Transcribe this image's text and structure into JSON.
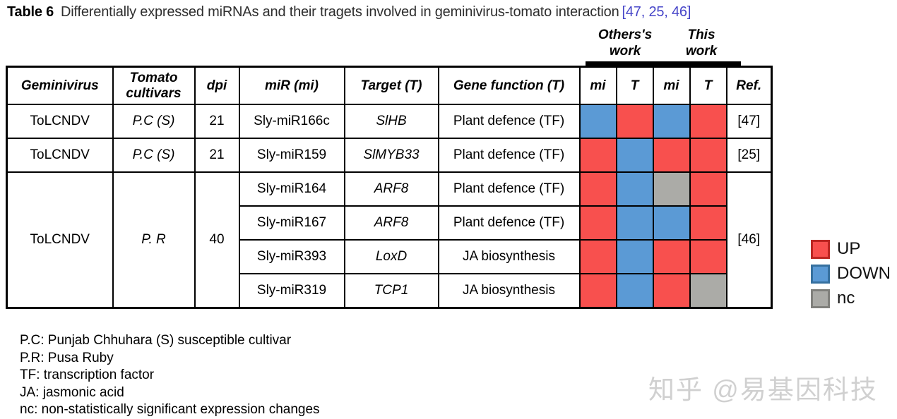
{
  "title": {
    "label": "Table 6",
    "text": "Differentially expressed miRNAs and their tragets involved in geminivirus-tomato interaction",
    "citations": "[47, 25, 46]"
  },
  "group_headers": {
    "others": "Others's work",
    "this": "This work"
  },
  "table": {
    "headers": {
      "geminivirus": "Geminivirus",
      "cultivar": "Tomato cultivars",
      "dpi": "dpi",
      "mir": "miR (mi)",
      "target": "Target (T)",
      "function": "Gene function (T)",
      "mi1": "mi",
      "t1": "T",
      "mi2": "mi",
      "t2": "T",
      "ref": "Ref."
    },
    "rows": [
      {
        "geminivirus": "ToLCNDV",
        "cultivar": "P.C (S)",
        "dpi": "21",
        "mir": "Sly-miR166c",
        "target": "SlHB",
        "function": "Plant defence (TF)",
        "others_mi": "down",
        "others_t": "up",
        "this_mi": "down",
        "this_t": "up",
        "ref": "[47]"
      },
      {
        "geminivirus": "ToLCNDV",
        "cultivar": "P.C (S)",
        "dpi": "21",
        "mir": "Sly-miR159",
        "target": "SlMYB33",
        "function": "Plant defence (TF)",
        "others_mi": "up",
        "others_t": "down",
        "this_mi": "up",
        "this_t": "up",
        "ref": "[25]"
      },
      {
        "geminivirus": "ToLCNDV",
        "cultivar": "P. R",
        "dpi": "40",
        "mir": "Sly-miR164",
        "target": "ARF8",
        "function": "Plant defence (TF)",
        "others_mi": "up",
        "others_t": "down",
        "this_mi": "nc",
        "this_t": "up",
        "ref": "[46]"
      },
      {
        "mir": "Sly-miR167",
        "target": "ARF8",
        "function": "Plant defence (TF)",
        "others_mi": "up",
        "others_t": "down",
        "this_mi": "down",
        "this_t": "up"
      },
      {
        "mir": "Sly-miR393",
        "target": "LoxD",
        "function": "JA biosynthesis",
        "others_mi": "up",
        "others_t": "down",
        "this_mi": "up",
        "this_t": "up"
      },
      {
        "mir": "Sly-miR319",
        "target": "TCP1",
        "function": "JA biosynthesis",
        "others_mi": "up",
        "others_t": "down",
        "this_mi": "up",
        "this_t": "nc"
      }
    ]
  },
  "legend": [
    {
      "key": "up",
      "label": "UP"
    },
    {
      "key": "down",
      "label": "DOWN"
    },
    {
      "key": "nc",
      "label": "nc"
    }
  ],
  "colors": {
    "up": "#f8504e",
    "down": "#5b9ad5",
    "nc": "#ababa7",
    "up_border": "#bb2622",
    "down_border": "#36709f",
    "nc_border": "#80807c",
    "citation": "#4645c8"
  },
  "footnotes": [
    "P.C: Punjab Chhuhara (S) susceptible cultivar",
    "P.R: Pusa Ruby",
    "TF: transcription factor",
    "JA: jasmonic acid",
    "nc: non-statistically significant expression changes"
  ],
  "watermark": "知乎 @易基因科技"
}
